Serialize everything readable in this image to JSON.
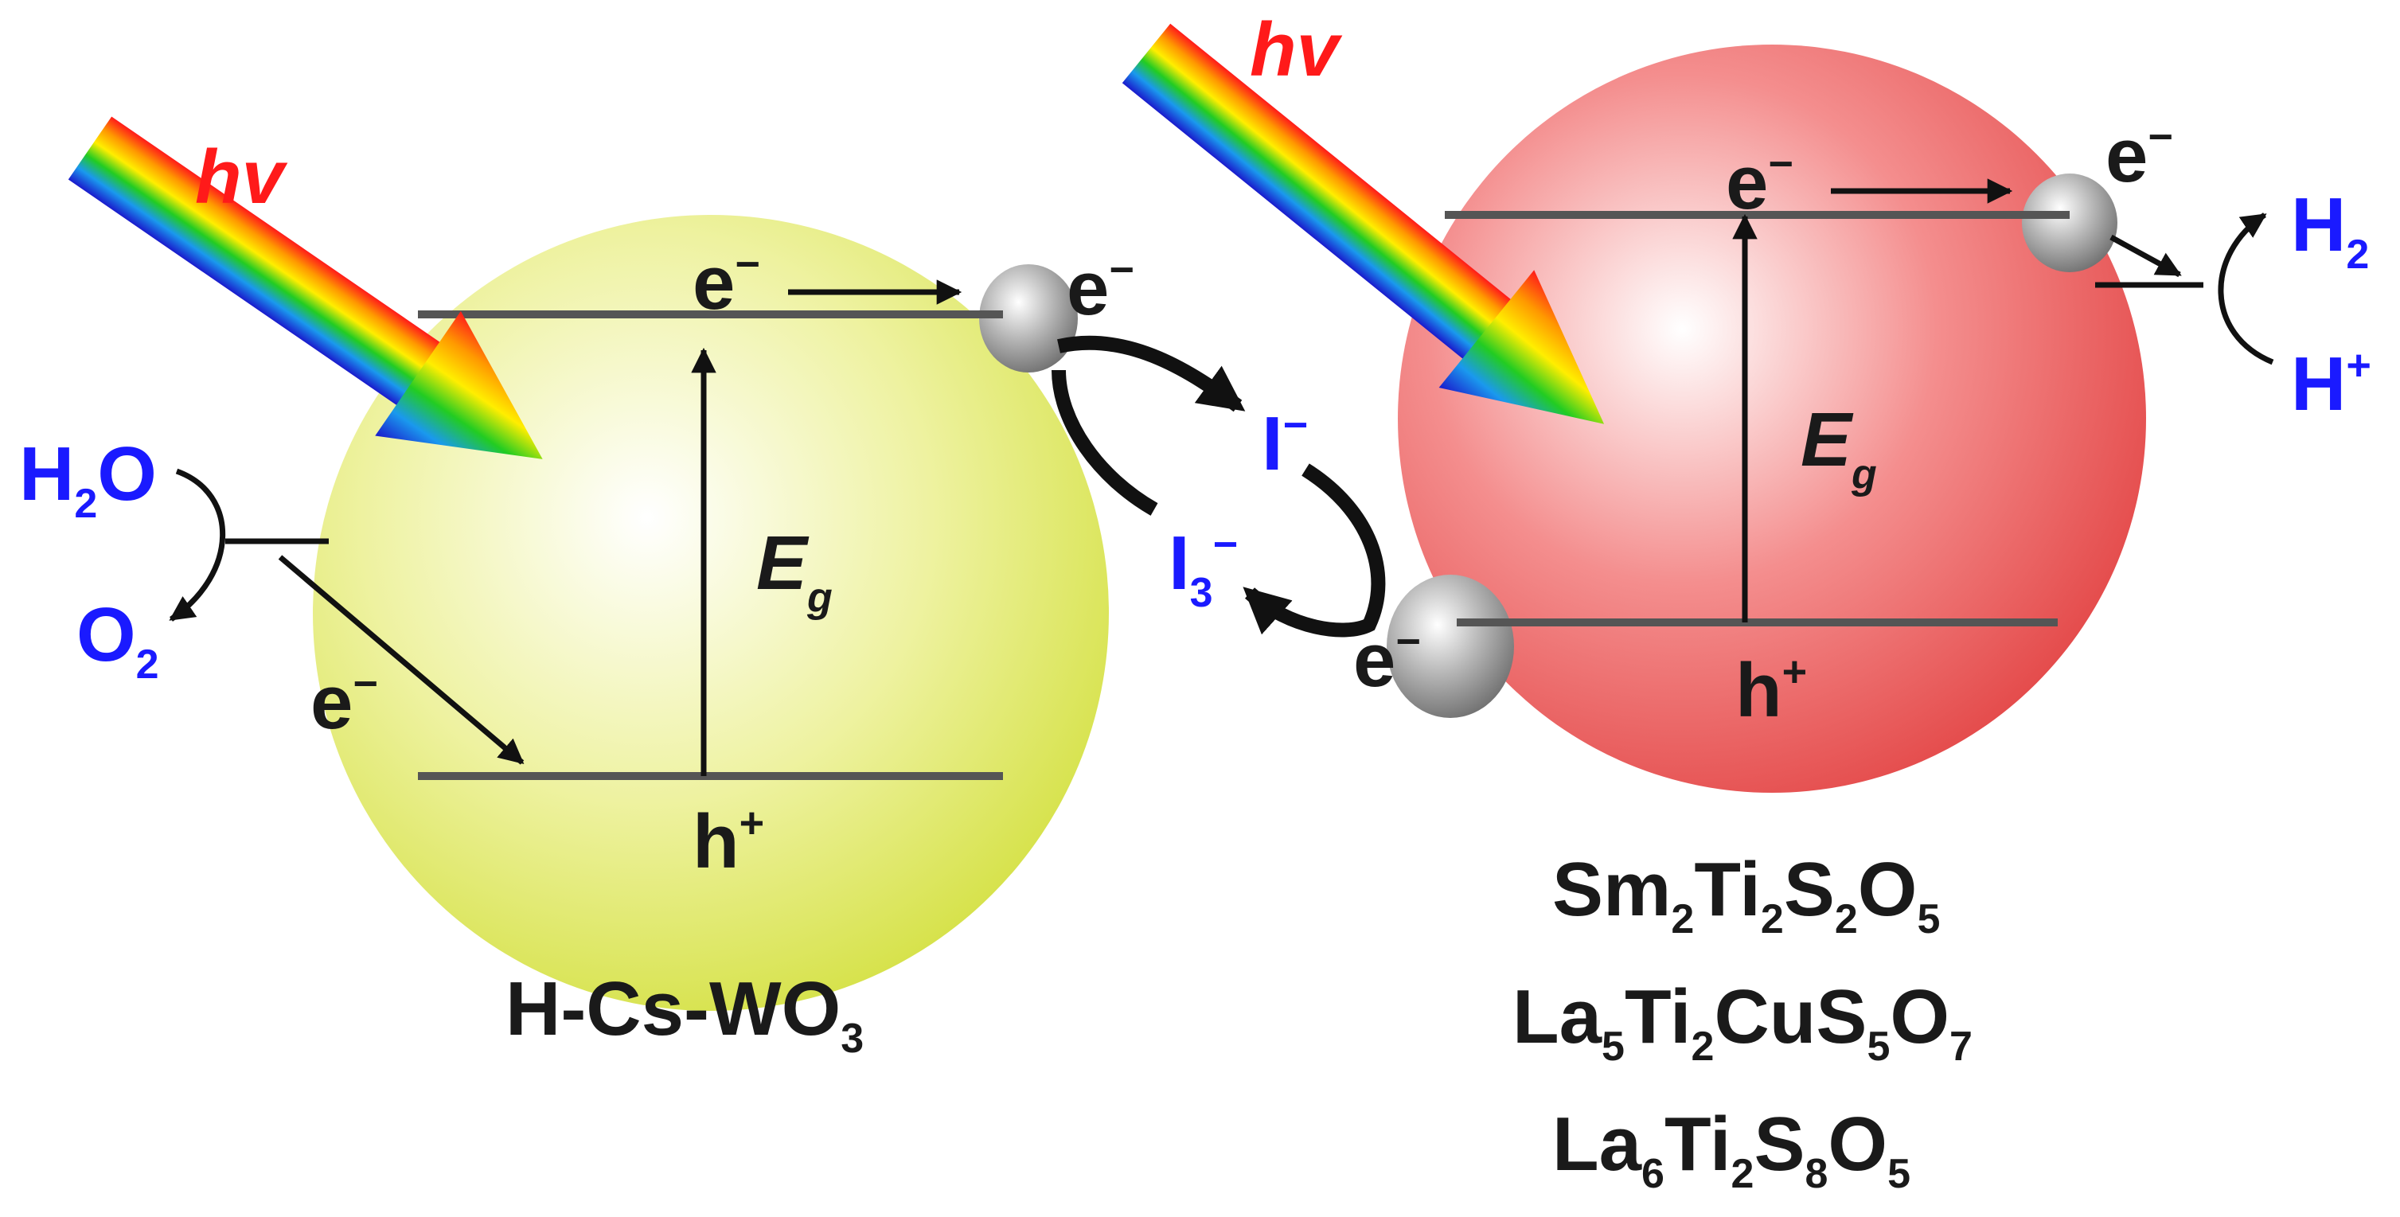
{
  "light_label": "hv",
  "left_particle": {
    "cb_electron": "e",
    "vb_hole": "h",
    "band_gap": {
      "main": "E",
      "sub": "g"
    },
    "cocatalyst_electron": "e",
    "transfer_electron": "e",
    "material": {
      "part1": "H-Cs-WO",
      "sub": "3"
    },
    "oxidation": {
      "reactant": {
        "a": "H",
        "sub": "2",
        "b": "O"
      },
      "product": {
        "a": "O",
        "sub": "2"
      }
    }
  },
  "right_particle": {
    "cb_electron": "e",
    "vb_hole": "h",
    "band_gap": {
      "main": "E",
      "sub": "g"
    },
    "cocatalyst_electron_top": "e",
    "cocatalyst_electron_bottom": "e",
    "materials": [
      {
        "parts": [
          "Sm",
          "2",
          "Ti",
          "2",
          "S",
          "2",
          "O",
          "5"
        ]
      },
      {
        "parts": [
          "La",
          "5",
          "Ti",
          "2",
          "CuS",
          "5",
          "O",
          "7"
        ]
      },
      {
        "parts": [
          "La",
          "6",
          "Ti",
          "2",
          "S",
          "8",
          "O",
          "5"
        ]
      }
    ],
    "reduction": {
      "reactant": {
        "a": "H",
        "sup": "+"
      },
      "product": {
        "a": "H",
        "sub": "2"
      }
    }
  },
  "redox_mediator": {
    "reduced": {
      "a": "I",
      "sup": "−"
    },
    "oxidized": {
      "a": "I",
      "sub": "3",
      "sup": "−"
    }
  },
  "colors": {
    "left_particle": "#e0e85a",
    "right_particle": "#ec5858",
    "label_blue": "#1a1aff",
    "label_red": "#ff1a1a",
    "band_line": "#555555"
  }
}
